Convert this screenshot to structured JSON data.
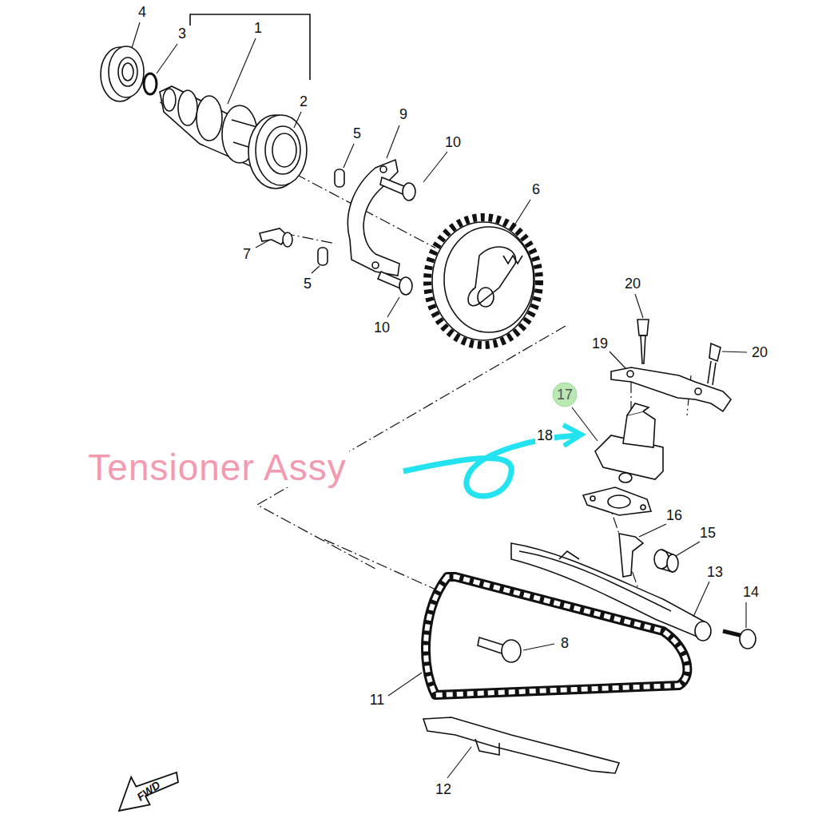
{
  "diagram": {
    "nodes": [
      {
        "text": [
          "17"
        ]
      },
      {
        "text": [
          "FWD"
        ]
      }
    ],
    "edges": [],
    "labels": [
      "4",
      "3",
      "1",
      "2",
      "9",
      "5",
      "10",
      "6",
      "7",
      "5",
      "10",
      "20",
      "19",
      "20",
      "18",
      "16",
      "15",
      "13",
      "14",
      "8",
      "11",
      "12",
      "Tensioner Assy"
    ]
  }
}
